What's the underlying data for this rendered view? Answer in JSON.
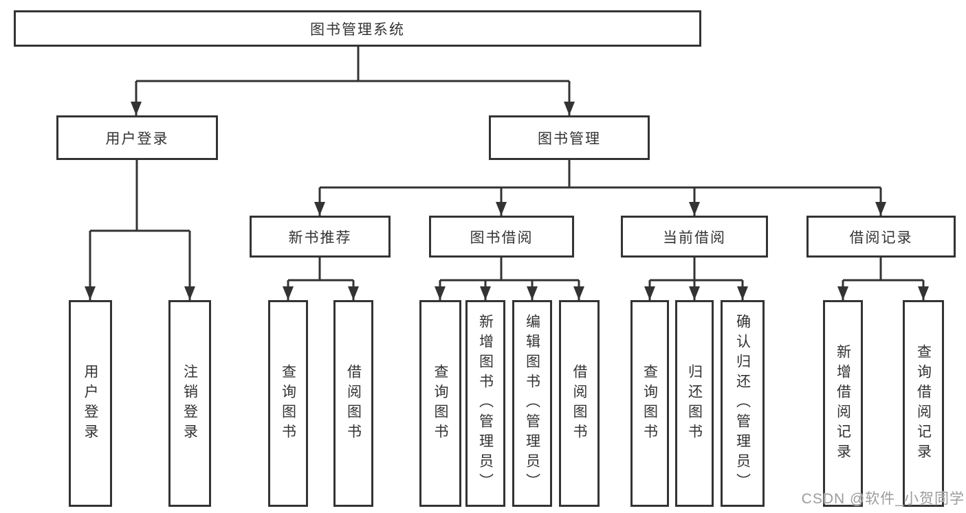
{
  "diagram_title": "图书管理系统",
  "nodes": {
    "root": {
      "label": "图书管理系统"
    },
    "l2": [
      {
        "label": "用户登录",
        "parent": "图书管理系统"
      },
      {
        "label": "图书管理",
        "parent": "图书管理系统"
      }
    ],
    "l3": [
      {
        "label": "新书推荐",
        "parent": "图书管理"
      },
      {
        "label": "图书借阅",
        "parent": "图书管理"
      },
      {
        "label": "当前借阅",
        "parent": "图书管理"
      },
      {
        "label": "借阅记录",
        "parent": "图书管理"
      }
    ],
    "leaves": [
      {
        "label": "用户登录",
        "parent": "用户登录"
      },
      {
        "label": "注销登录",
        "parent": "用户登录"
      },
      {
        "label": "查询图书",
        "parent": "新书推荐"
      },
      {
        "label": "借阅图书",
        "parent": "新书推荐"
      },
      {
        "label": "查询图书",
        "parent": "图书借阅"
      },
      {
        "label": "新增图书（管理员）",
        "parent": "图书借阅"
      },
      {
        "label": "编辑图书（管理员）",
        "parent": "图书借阅"
      },
      {
        "label": "借阅图书",
        "parent": "图书借阅"
      },
      {
        "label": "查询图书",
        "parent": "当前借阅"
      },
      {
        "label": "归还图书",
        "parent": "当前借阅"
      },
      {
        "label": "确认归还（管理员）",
        "parent": "当前借阅"
      },
      {
        "label": "新增借阅记录",
        "parent": "借阅记录"
      },
      {
        "label": "查询借阅记录",
        "parent": "借阅记录"
      }
    ]
  },
  "watermark": "CSDN @软件_小贺同学",
  "colors": {
    "line": "#333333",
    "text": "#333333",
    "background": "#ffffff",
    "watermark": "#9b9b9b"
  }
}
